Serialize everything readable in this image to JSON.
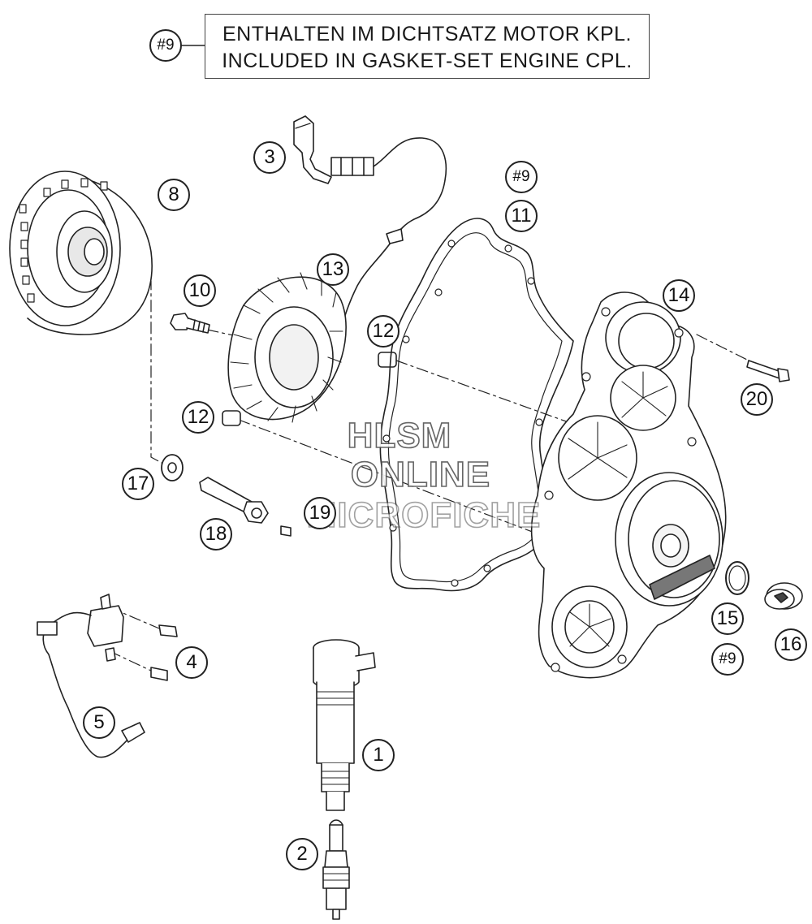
{
  "note": {
    "ref": "#9",
    "line_de": "ENTHALTEN IM DICHTSATZ MOTOR KPL.",
    "line_en": "INCLUDED IN GASKET-SET ENGINE CPL."
  },
  "callouts": {
    "c1": "1",
    "c2": "2",
    "c3": "3",
    "c4": "4",
    "c5": "5",
    "c8": "8",
    "c9a": "#9",
    "c9b": "#9",
    "c10": "10",
    "c11": "11",
    "c12a": "12",
    "c12b": "12",
    "c13": "13",
    "c14": "14",
    "c15": "15",
    "c16": "16",
    "c17": "17",
    "c18": "18",
    "c19": "19",
    "c20": "20"
  },
  "watermark": {
    "line1": "HLSM",
    "line2": "ONLINE",
    "line3": "MICROFICHE"
  },
  "colors": {
    "line": "#222222",
    "fill": "#ffffff",
    "shade": "#d9d9d9"
  }
}
